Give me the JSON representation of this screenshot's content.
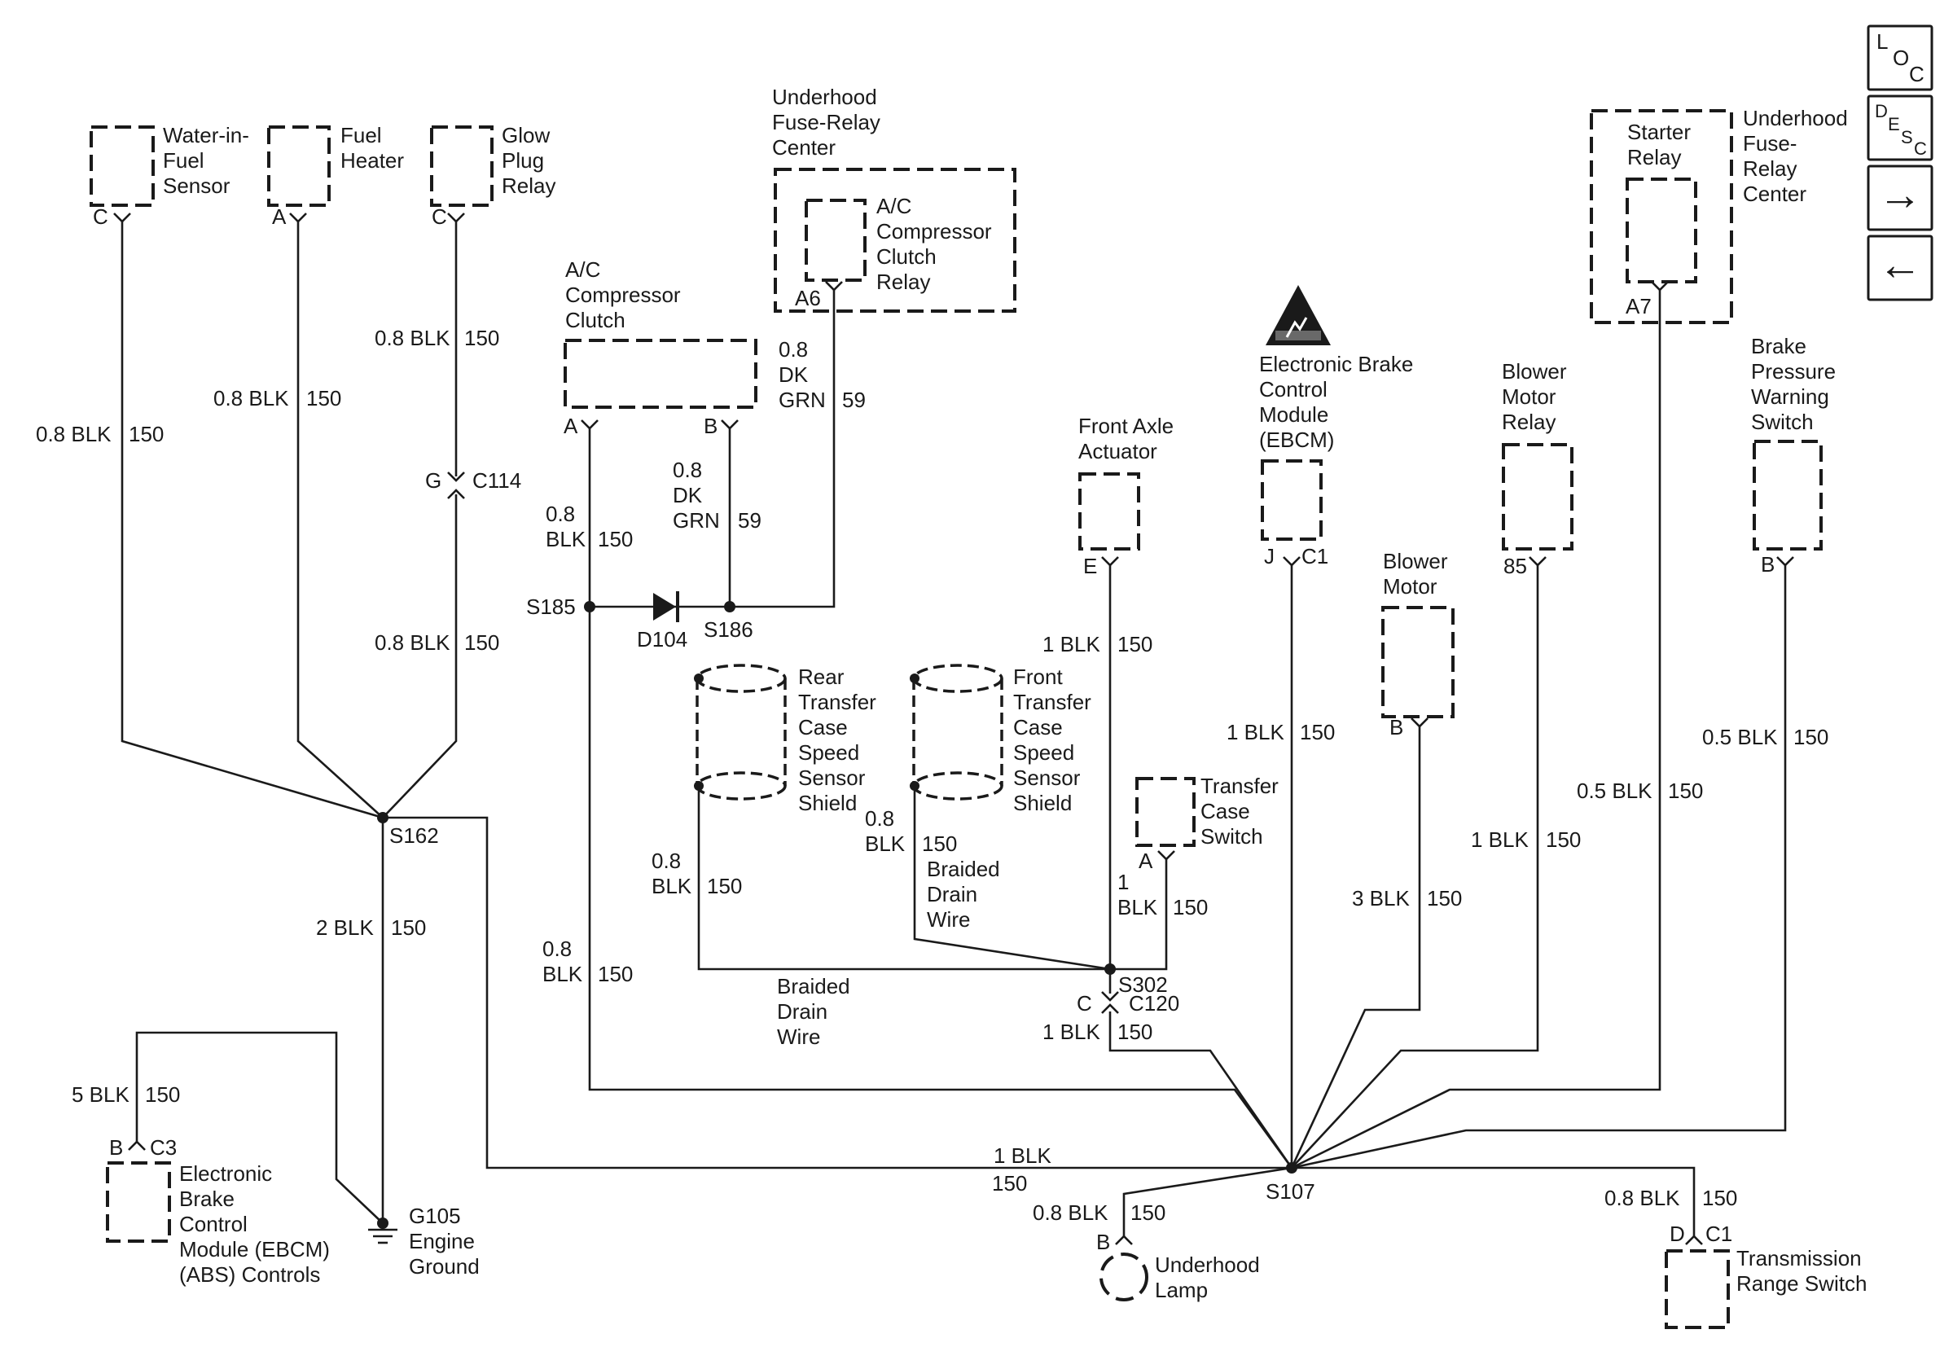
{
  "components": {
    "water_in_fuel": [
      "Water-in-",
      "Fuel",
      "Sensor"
    ],
    "fuel_heater": [
      "Fuel",
      "Heater"
    ],
    "glow_plug_relay": [
      "Glow",
      "Plug",
      "Relay"
    ],
    "fuse_center_left": [
      "Underhood",
      "Fuse-Relay",
      "Center"
    ],
    "ac_clutch_relay": [
      "A/C",
      "Compressor",
      "Clutch",
      "Relay"
    ],
    "ac_clutch": [
      "A/C",
      "Compressor",
      "Clutch"
    ],
    "starter_relay": [
      "Starter",
      "Relay"
    ],
    "fuse_center_right": [
      "Underhood",
      "Fuse-",
      "Relay",
      "Center"
    ],
    "ebcm_top": [
      "Electronic Brake",
      "Control",
      "Module",
      "(EBCM)"
    ],
    "front_axle": [
      "Front Axle",
      "Actuator"
    ],
    "blower_motor": [
      "Blower",
      "Motor"
    ],
    "blower_motor_relay": [
      "Blower",
      "Motor",
      "Relay"
    ],
    "brake_switch": [
      "Brake",
      "Pressure",
      "Warning",
      "Switch"
    ],
    "rear_shield": [
      "Rear",
      "Transfer",
      "Case",
      "Speed",
      "Sensor",
      "Shield"
    ],
    "front_shield": [
      "Front",
      "Transfer",
      "Case",
      "Speed",
      "Sensor",
      "Shield"
    ],
    "transfer_switch": [
      "Transfer",
      "Case",
      "Switch"
    ],
    "ebcm_bottom": [
      "Electronic",
      "Brake",
      "Control",
      "Module (EBCM)",
      "(ABS) Controls"
    ],
    "ground": [
      "G105",
      "Engine",
      "Ground"
    ],
    "underhood_lamp": [
      "Underhood",
      "Lamp"
    ],
    "trans_switch": [
      "Transmission",
      "Range Switch"
    ]
  },
  "pins": {
    "water_in_fuel": "C",
    "fuel_heater": "A",
    "glow_plug_relay": "C",
    "ac_clutch_relay": "A6",
    "ac_clutch_a": "A",
    "ac_clutch_b": "B",
    "starter_relay": "A7",
    "ebcm_top_pin": "J",
    "ebcm_top_conn": "C1",
    "front_axle": "E",
    "blower_motor": "B",
    "blower_motor_relay": "85",
    "brake_switch": "B",
    "transfer_switch": "A",
    "ebcm_bottom_pin": "B",
    "ebcm_bottom_conn": "C3",
    "underhood_lamp": "B",
    "trans_switch_pin": "D",
    "trans_switch_conn": "C1",
    "c114_pin": "G",
    "c120_pin": "C"
  },
  "connectors": {
    "c114": "C114",
    "c120": "C120"
  },
  "splices": {
    "s162": "S162",
    "s185": "S185",
    "s186": "S186",
    "s302": "S302",
    "s107": "S107",
    "diode": "D104"
  },
  "wires": {
    "wif": [
      "0.8 BLK",
      "150"
    ],
    "fuel_heater": [
      "0.8 BLK",
      "150"
    ],
    "glow_upper": [
      "0.8 BLK",
      "150"
    ],
    "glow_lower": [
      "0.8 BLK",
      "150"
    ],
    "relay_a6": [
      "0.8",
      "DK",
      "GRN",
      "59"
    ],
    "clutch_b": [
      "0.8",
      "DK",
      "GRN",
      "59"
    ],
    "clutch_a": [
      "0.8",
      "BLK",
      "150"
    ],
    "s162_ground": [
      "2 BLK",
      "150"
    ],
    "ebcm_bottom": [
      "5 BLK",
      "150"
    ],
    "s185_down": [
      "0.8",
      "BLK",
      "150"
    ],
    "rear_shield": [
      "0.8",
      "BLK",
      "150"
    ],
    "front_shield": [
      "0.8",
      "BLK",
      "150"
    ],
    "front_drain": [
      "Braided",
      "Drain",
      "Wire"
    ],
    "rear_drain": [
      "Braided",
      "Drain",
      "Wire"
    ],
    "front_axle": [
      "1 BLK",
      "150"
    ],
    "transfer_switch": [
      "1",
      "BLK",
      "150"
    ],
    "c120_down": [
      "1 BLK",
      "150"
    ],
    "ebcm_top": [
      "1 BLK",
      "150"
    ],
    "blower_motor": [
      "3 BLK",
      "150"
    ],
    "blower_relay": [
      "1 BLK",
      "150"
    ],
    "starter_relay": [
      "0.5 BLK",
      "150"
    ],
    "brake_switch": [
      "0.5 BLK",
      "150"
    ],
    "s162_s107": [
      "1 BLK",
      "150"
    ],
    "lamp": [
      "0.8 BLK",
      "150"
    ],
    "trans_switch": [
      "0.8 BLK",
      "150"
    ]
  },
  "nav": {
    "loc": [
      "L",
      "O",
      "C"
    ],
    "desc": [
      "D",
      "E",
      "S",
      "C"
    ],
    "next": "→",
    "prev": "←"
  }
}
